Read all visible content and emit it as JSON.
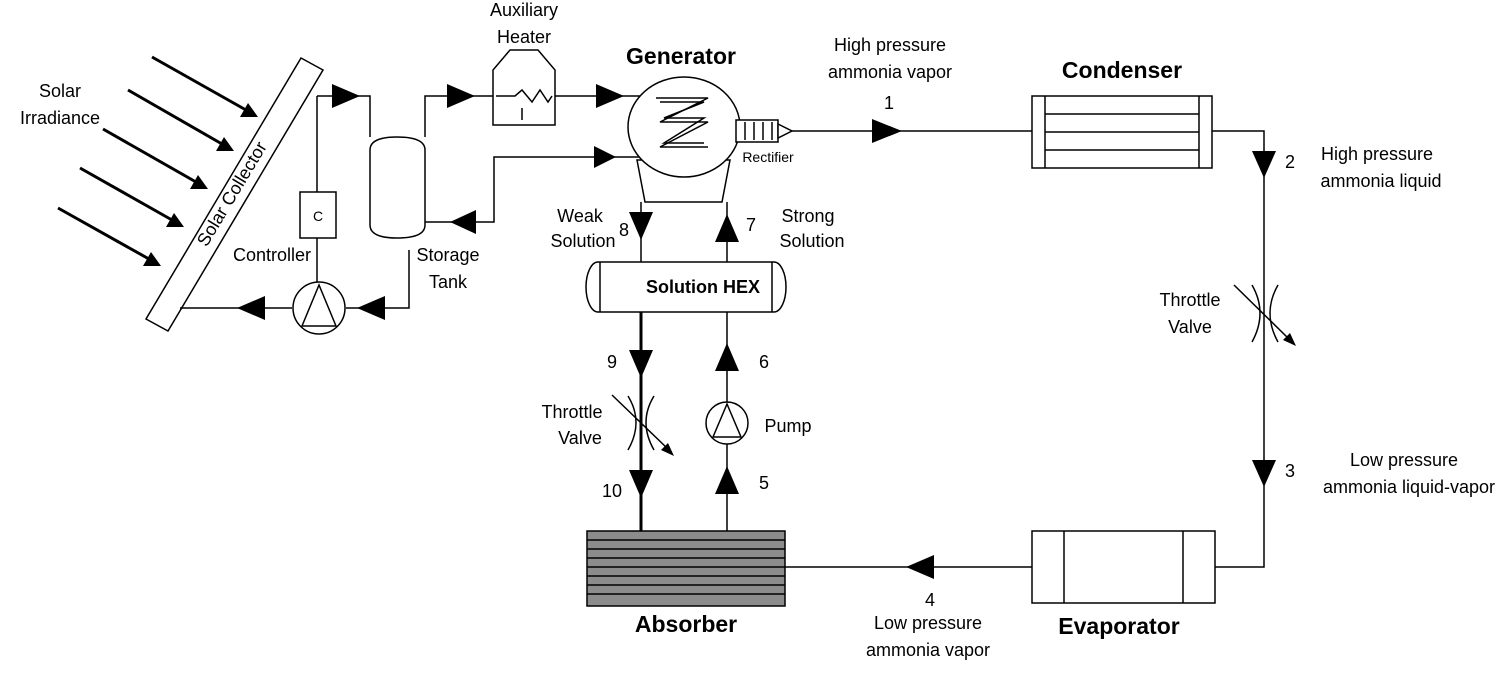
{
  "labels": {
    "solar_irradiance": [
      "Solar",
      "Irradiance"
    ],
    "solar_collector": "Solar Collector",
    "controller": "Controller",
    "controller_box": "C",
    "storage_tank": [
      "Storage",
      "Tank"
    ],
    "auxiliary_heater": [
      "Auxiliary",
      "Heater"
    ],
    "generator": "Generator",
    "rectifier": "Rectifier",
    "high_pressure_vapor": [
      "High pressure",
      "ammonia vapor"
    ],
    "condenser": "Condenser",
    "high_pressure_liquid": [
      "High pressure",
      "ammonia liquid"
    ],
    "throttle_valve_right": [
      "Throttle",
      "Valve"
    ],
    "low_pressure_liquid_vapor": [
      "Low pressure",
      "ammonia liquid-vapor"
    ],
    "evaporator": "Evaporator",
    "low_pressure_vapor": [
      "Low pressure",
      "ammonia vapor"
    ],
    "absorber": "Absorber",
    "weak_solution": [
      "Weak",
      "Solution"
    ],
    "strong_solution": [
      "Strong",
      "Solution"
    ],
    "solution_hex": "Solution HEX",
    "throttle_valve_left": [
      "Throttle",
      "Valve"
    ],
    "pump": "Pump"
  },
  "states": [
    "1",
    "2",
    "3",
    "4",
    "5",
    "6",
    "7",
    "8",
    "9",
    "10"
  ]
}
